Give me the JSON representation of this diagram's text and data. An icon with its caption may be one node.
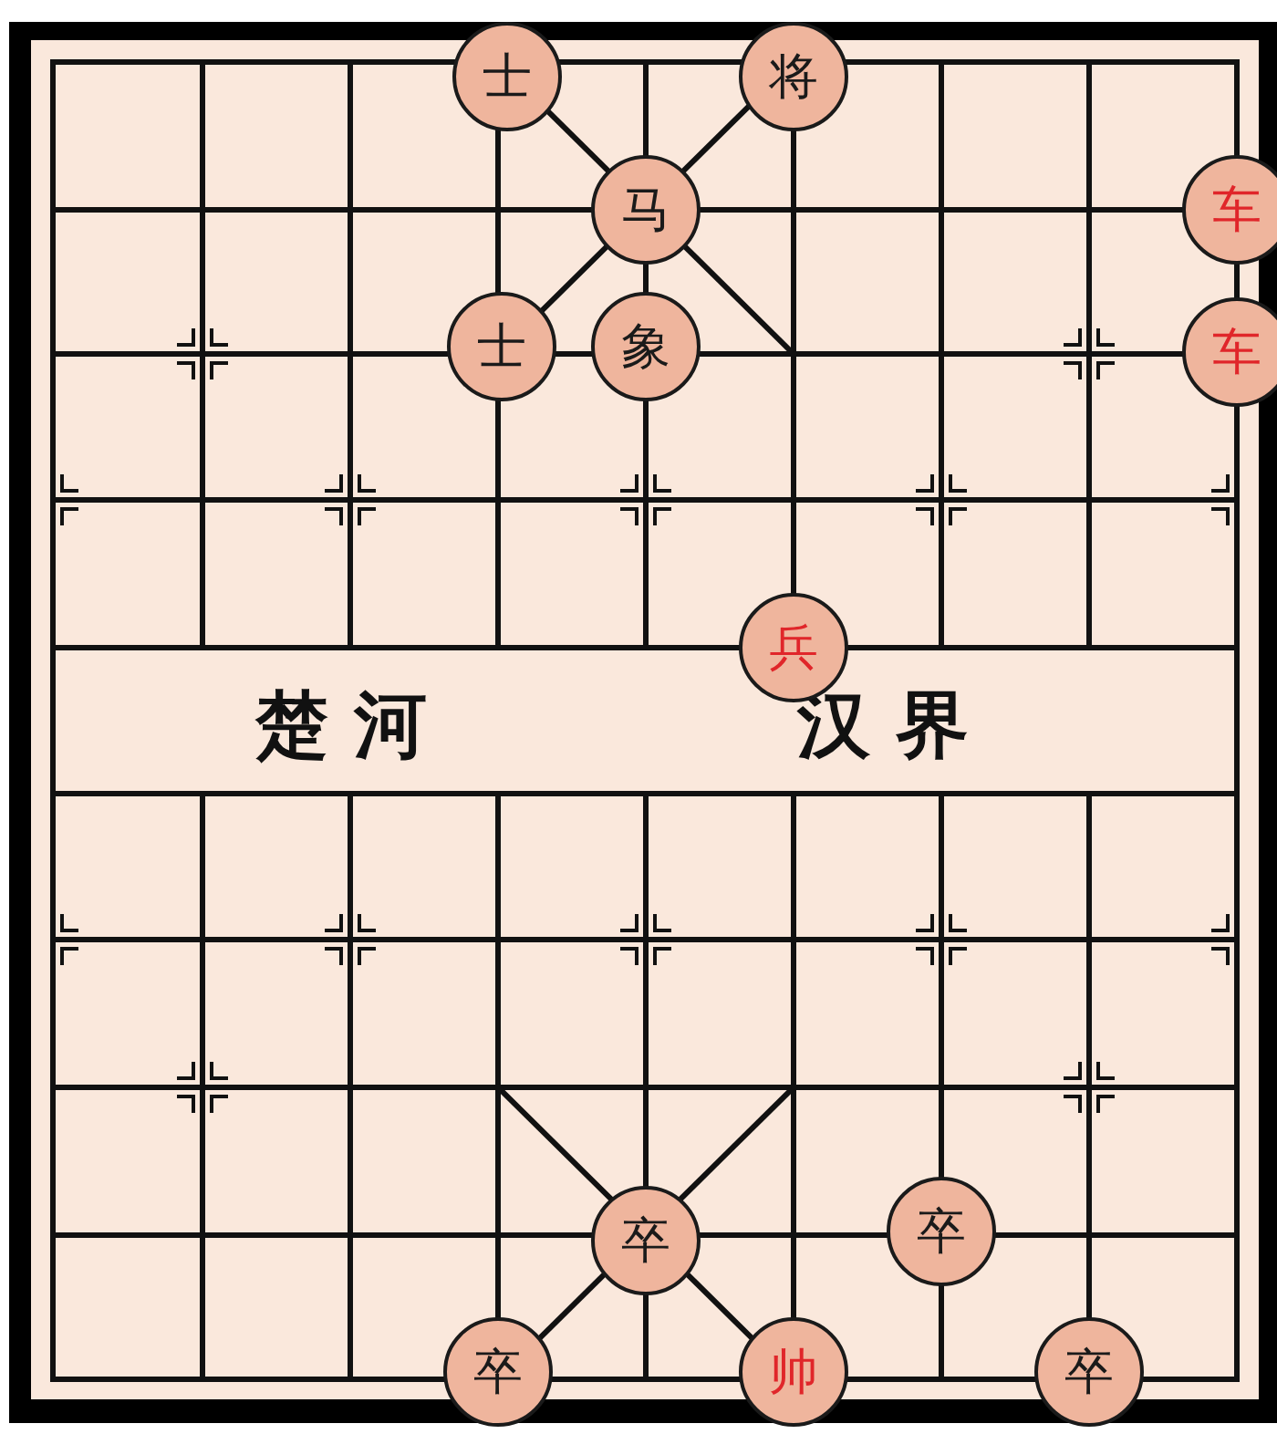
{
  "diagram": {
    "nodes": [
      {
        "text": [
          "士"
        ]
      },
      {
        "text": [
          "将"
        ]
      },
      {
        "text": [
          "马"
        ]
      },
      {
        "text": [
          "车"
        ]
      },
      {
        "text": [
          "士"
        ]
      },
      {
        "text": [
          "象"
        ]
      },
      {
        "text": [
          "车"
        ]
      },
      {
        "text": [
          "兵"
        ]
      },
      {
        "text": [
          "卒"
        ]
      },
      {
        "text": [
          "卒"
        ]
      },
      {
        "text": [
          "卒"
        ]
      },
      {
        "text": [
          "帅"
        ]
      },
      {
        "text": [
          "卒"
        ]
      }
    ],
    "labels": [
      "楚河",
      "汉界"
    ]
  }
}
